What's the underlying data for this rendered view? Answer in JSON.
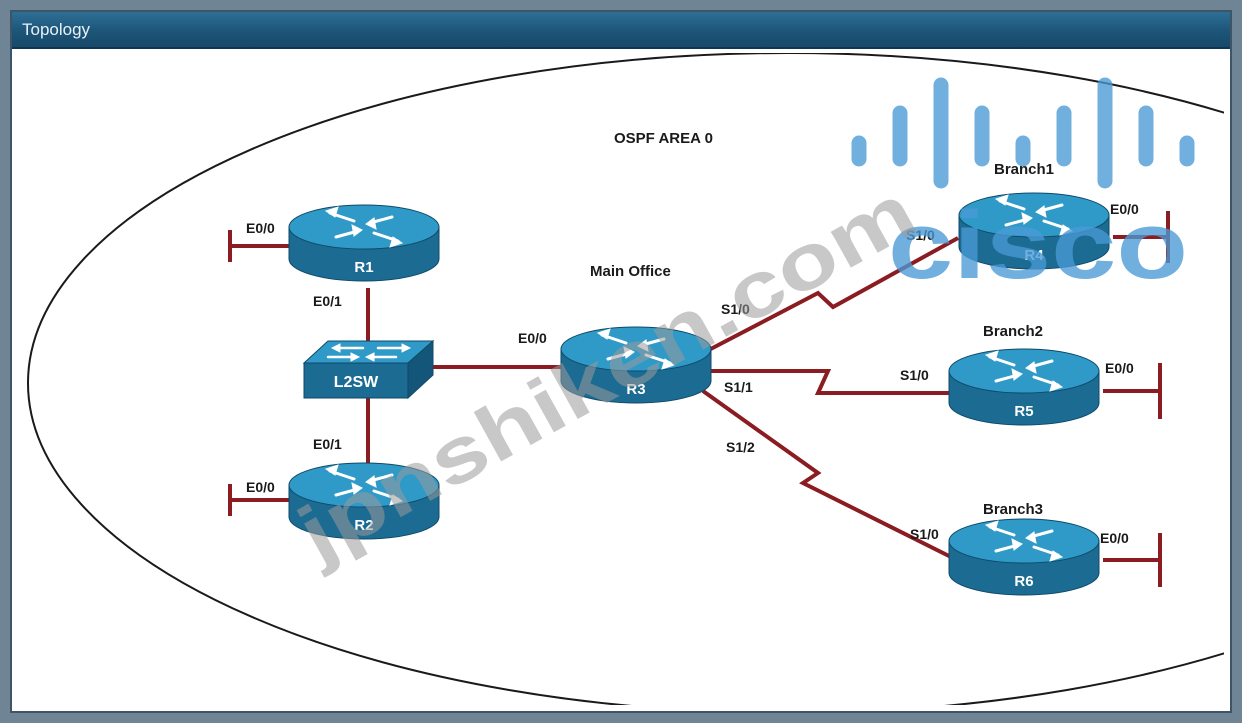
{
  "window": {
    "title": "Topology"
  },
  "diagram": {
    "area_label": "OSPF AREA 0",
    "site_labels": {
      "main": "Main Office",
      "branch1": "Branch1",
      "branch2": "Branch2",
      "branch3": "Branch3"
    },
    "devices": {
      "r1": "R1",
      "r2": "R2",
      "r3": "R3",
      "r4": "R4",
      "r5": "R5",
      "r6": "R6",
      "switch": "L2SW"
    },
    "interfaces": {
      "r1_e00": "E0/0",
      "r1_e01": "E0/1",
      "r2_e00": "E0/0",
      "r2_e01": "E0/1",
      "r3_e00": "E0/0",
      "r3_s10": "S1/0",
      "r3_s11": "S1/1",
      "r3_s12": "S1/2",
      "r4_s10": "S1/0",
      "r4_e00": "E0/0",
      "r5_s10": "S1/0",
      "r5_e00": "E0/0",
      "r6_s10": "S1/0",
      "r6_e00": "E0/0"
    }
  },
  "watermark": {
    "text": "jpnshiken.com",
    "logo_text": "cisco"
  },
  "colors": {
    "link": "#8a1c22",
    "router_body": "#1b6b93",
    "router_top": "#2f9ac8",
    "titlebar": "#1d5578",
    "logo": "#4a9ad6"
  }
}
